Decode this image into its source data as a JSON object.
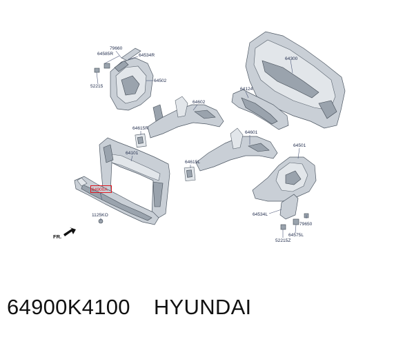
{
  "diagram": {
    "callouts": {
      "p79660_top": "79660",
      "p64585R": "64585R",
      "p64534R": "64534R",
      "p64502": "64502",
      "p52215": "52215",
      "p64300": "64300",
      "p64124": "64124",
      "p64602": "64602",
      "p64615R": "64615R",
      "p64101": "64101",
      "p64601": "64601",
      "p64501": "64501",
      "p64615L": "64615L",
      "p64900A": "64900A",
      "p1125KO": "1125KO",
      "p64534L": "64534L",
      "p79650": "79650",
      "p64575L": "64575L",
      "p52215Z": "52215Z",
      "fr": "FR."
    },
    "highlight_color": "#e0141e"
  },
  "caption": {
    "part_number": "64900K4100",
    "brand": "HYUNDAI"
  }
}
